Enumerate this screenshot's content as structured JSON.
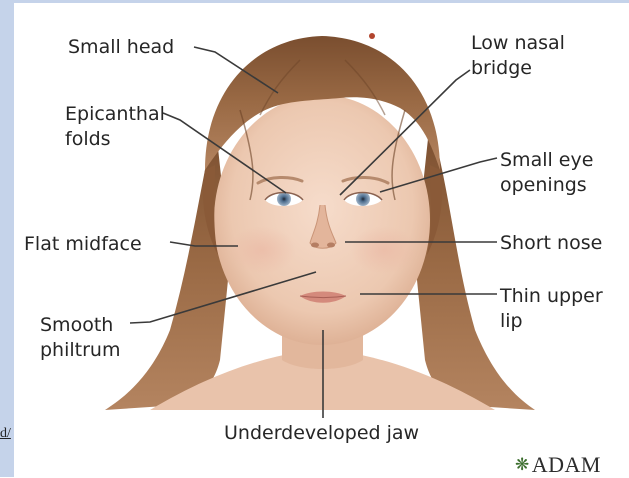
{
  "labels": {
    "small_head": "Small head",
    "low_nasal_bridge_1": "Low nasal",
    "low_nasal_bridge_2": "bridge",
    "epicanthal_folds_1": "Epicanthal",
    "epicanthal_folds_2": "folds",
    "small_eye_openings_1": "Small eye",
    "small_eye_openings_2": "openings",
    "flat_midface": "Flat midface",
    "short_nose": "Short nose",
    "smooth_philtrum_1": "Smooth",
    "smooth_philtrum_2": "philtrum",
    "thin_upper_lip_1": "Thin upper",
    "thin_upper_lip_2": "lip",
    "underdeveloped_jaw": "Underdeveloped jaw"
  },
  "link_fragment": "d/",
  "logo_text": "ADAM",
  "colors": {
    "leader_line": "#3a3a3a",
    "hair": "#8a5a38",
    "skin": "#efcfb8",
    "left_strip": "#c5d3ea"
  },
  "icons": [
    "adam-logo-mark-icon"
  ]
}
